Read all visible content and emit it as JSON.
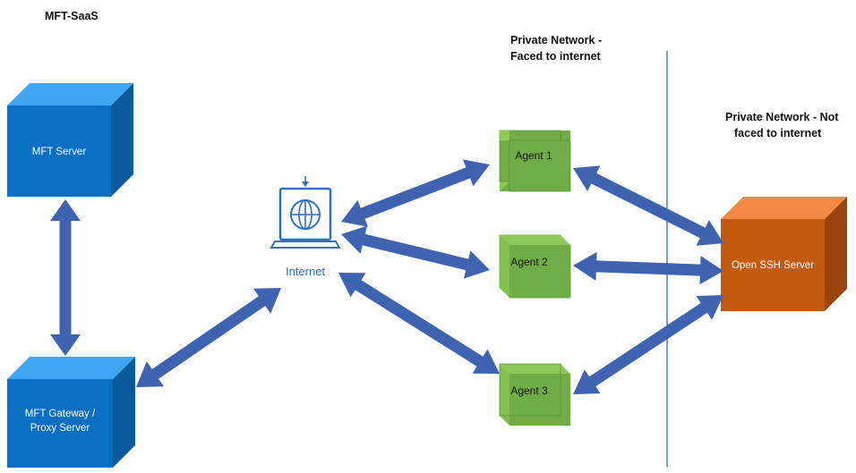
{
  "headings": {
    "saas": "MFT-SaaS",
    "private_internet_line1": "Private Network -",
    "private_internet_line2": "Faced to internet",
    "private_not_line1": "Private Network - Not",
    "private_not_line2": "faced to internet"
  },
  "nodes": {
    "mft_server": "MFT Server",
    "gateway_line1": "MFT Gateway /",
    "gateway_line2": "Proxy Server",
    "internet": "Internet",
    "agent1": "Agent 1",
    "agent2": "Agent 2",
    "agent3": "Agent 3",
    "ssh_server": "Open SSH Server"
  },
  "icons": [
    "laptop-globe-icon"
  ],
  "colors": {
    "saas_box": "#0a6fc2",
    "agent_box": "#70ad47",
    "ssh_box": "#c55a11",
    "arrow": "#3f63b0",
    "divider": "#4a7ec4",
    "internet_text": "#2e6fc4"
  }
}
